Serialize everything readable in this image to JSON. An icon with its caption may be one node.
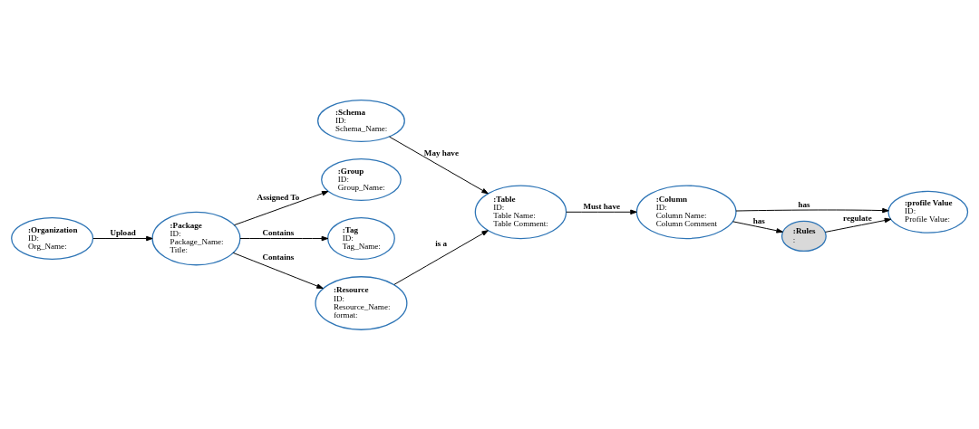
{
  "diagram": {
    "nodes": [
      {
        "text": [
          ":Group",
          "ID:",
          "Group_Name:"
        ]
      },
      {
        "text": [
          ":Organization",
          "ID:",
          "Org_Name:"
        ]
      },
      {
        "text": [
          ":profile Value",
          "ID:",
          "Profile Value:"
        ]
      },
      {
        "text": [
          ":Package",
          "ID:",
          "Package_Name:",
          "Title:"
        ]
      },
      {
        "text": [
          ":Tag",
          "ID:",
          "Tag_Name:"
        ]
      },
      {
        "text": [
          ":Schema",
          "ID:",
          "Schema_Name:"
        ]
      },
      {
        "text": [
          ":Rules",
          ":"
        ]
      },
      {
        "text": [
          ":Resource",
          "ID:",
          "Resource_Name:",
          "format:"
        ]
      },
      {
        "text": [
          ":Table",
          "ID:",
          "Table Name:",
          "Table Comment:"
        ]
      },
      {
        "text": [
          ":Column",
          "ID:",
          "Column Name:",
          "Column Comment"
        ]
      }
    ],
    "edges": [
      {
        "from": 3,
        "to": 0,
        "arrow": "to",
        "label": "Assigned To"
      },
      {
        "from": 1,
        "to": 3,
        "arrow": "to",
        "label": "Upload"
      },
      {
        "from": 3,
        "to": 4,
        "arrow": "to",
        "label": "Contains"
      },
      {
        "from": 3,
        "to": 7,
        "arrow": "to",
        "label": "Contains"
      },
      {
        "from": 7,
        "to": 8,
        "arrow": "to",
        "label": "is a"
      },
      {
        "from": 5,
        "to": 8,
        "arrow": "to",
        "label": "May have"
      },
      {
        "from": 8,
        "to": 9,
        "arrow": "to",
        "label": "Must have"
      },
      {
        "from": 9,
        "to": 2,
        "arrow": "to",
        "label": "has"
      },
      {
        "from": 9,
        "to": 6,
        "arrow": "to",
        "label": "has"
      },
      {
        "from": 6,
        "to": 2,
        "arrow": "to",
        "label": "regulate"
      }
    ]
  }
}
